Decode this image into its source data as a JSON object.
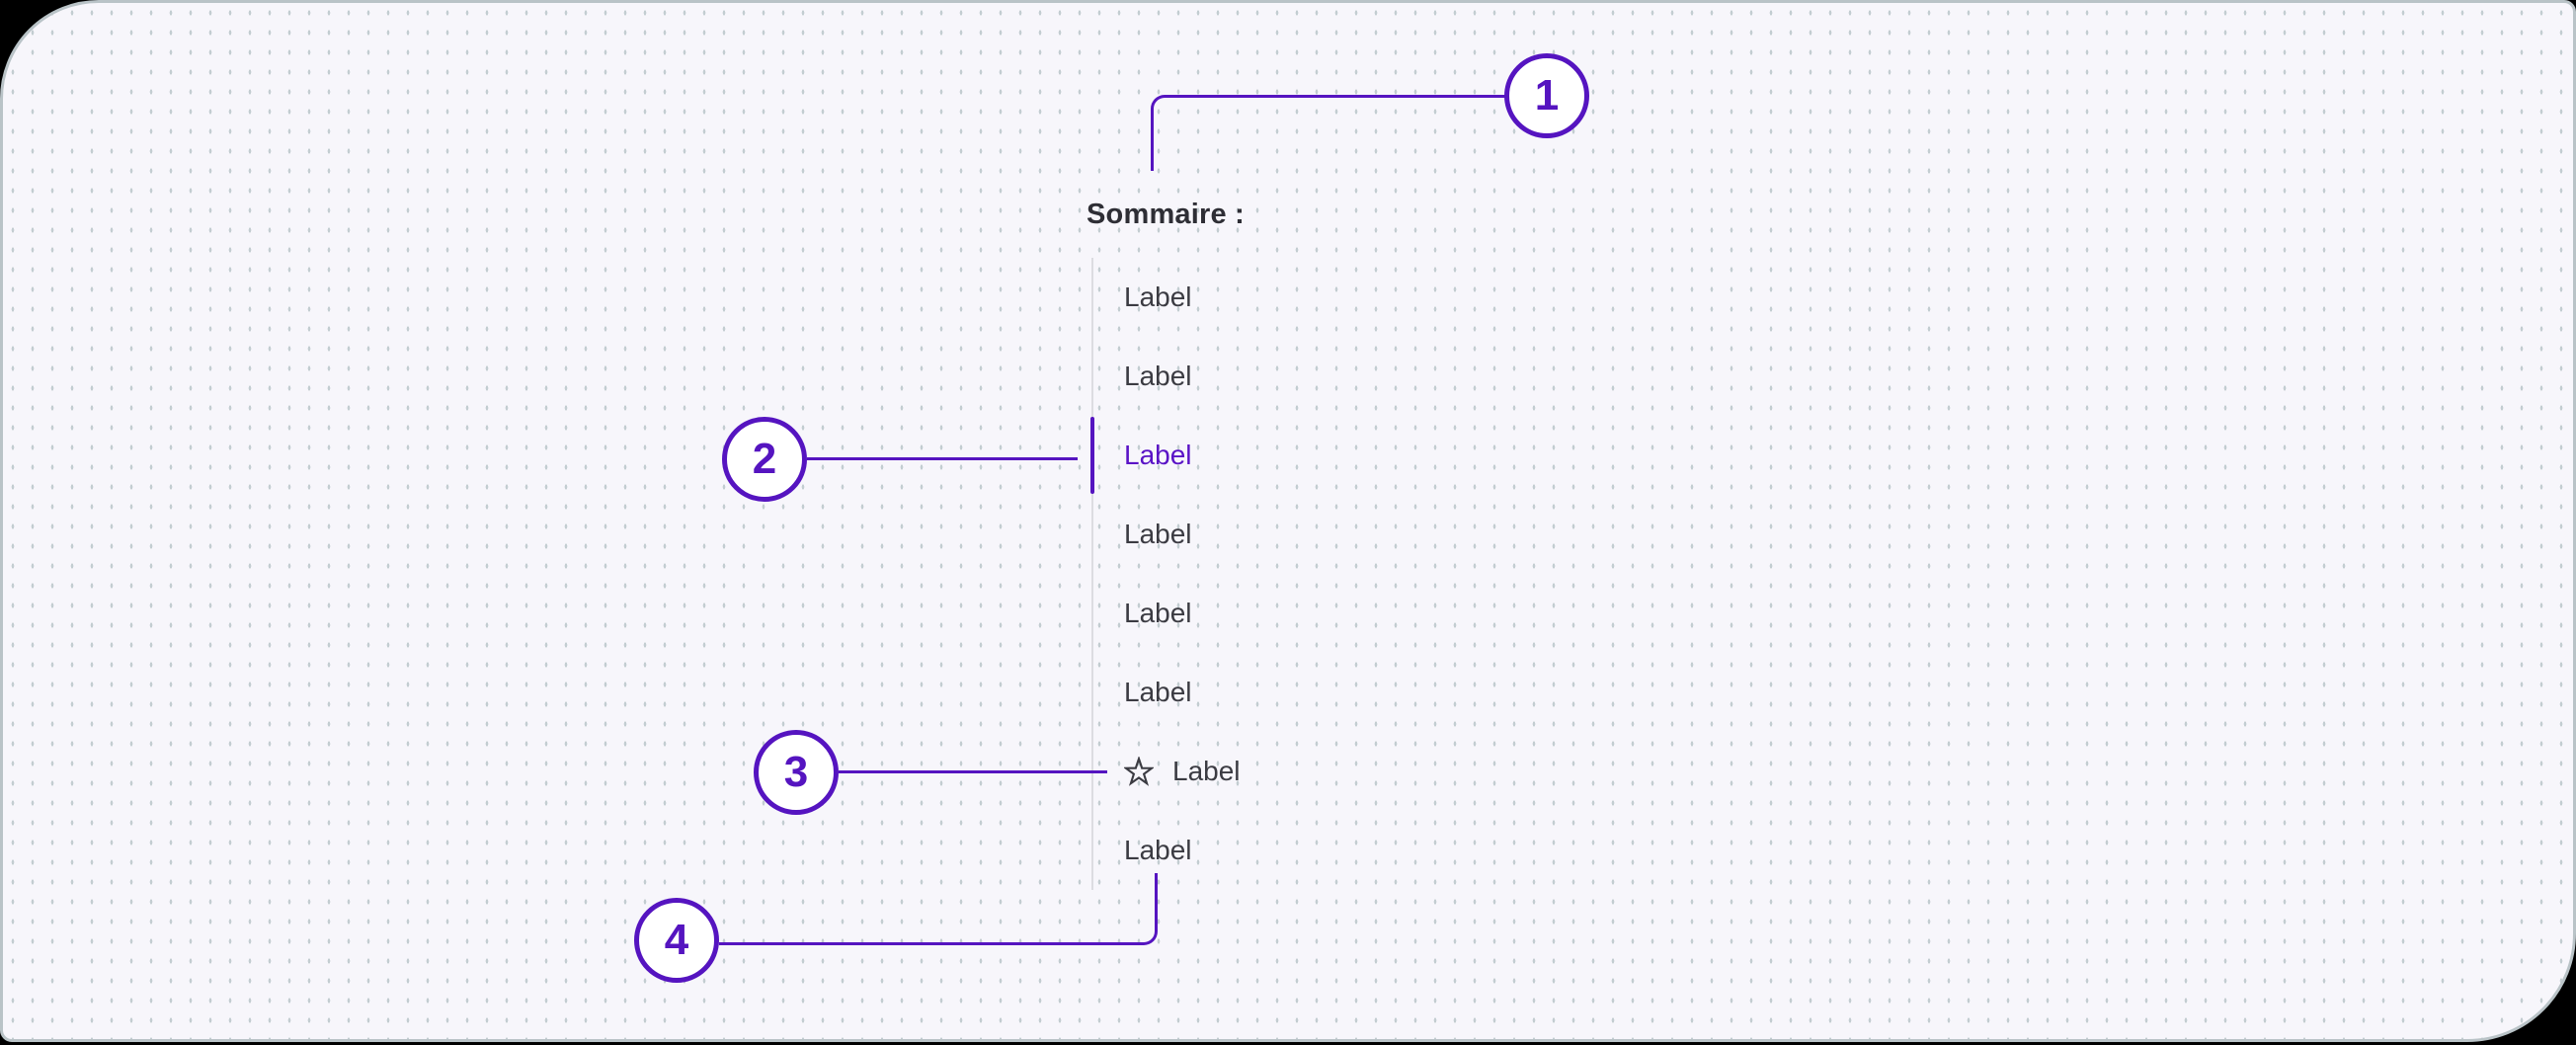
{
  "panel": {
    "background_color": "#f7f6fb",
    "dot_color": "#c3cdd1",
    "edge_color": "#b9c3c7",
    "outside_color": "#000000"
  },
  "accent_color": "#5514c0",
  "toc": {
    "heading": "Sommaire :",
    "heading_color": "#2e2e35",
    "label_color": "#3b3b42",
    "active_color": "#5a13c6",
    "items": [
      {
        "label": "Label",
        "state": "default"
      },
      {
        "label": "Label",
        "state": "default"
      },
      {
        "label": "Label",
        "state": "active"
      },
      {
        "label": "Label",
        "state": "default"
      },
      {
        "label": "Label",
        "state": "default"
      },
      {
        "label": "Label",
        "state": "default"
      },
      {
        "label": "Label",
        "state": "starred",
        "icon": "star-icon"
      },
      {
        "label": "Label",
        "state": "default"
      }
    ]
  },
  "annotations": [
    {
      "number": "1"
    },
    {
      "number": "2"
    },
    {
      "number": "3"
    },
    {
      "number": "4"
    }
  ]
}
